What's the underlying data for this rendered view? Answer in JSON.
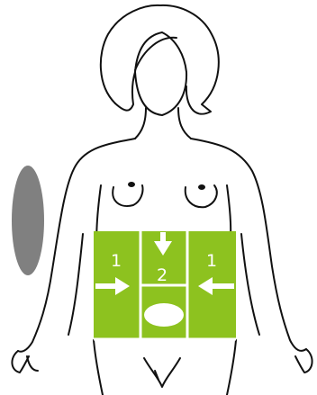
{
  "colors": {
    "background": "#ffffff",
    "outline": "#111111",
    "zone_fill": "#8dc21f",
    "zone_border": "#ffffff",
    "marker": "#808080",
    "arrow": "#ffffff"
  },
  "zones": {
    "left_label": "1",
    "center_label": "2",
    "right_label": "1"
  },
  "icons": {
    "left_arrow": "arrow-right-icon",
    "right_arrow": "arrow-left-icon",
    "center_arrow": "arrow-down-icon",
    "center_oval": "oval-icon",
    "side_marker": "gray-oval-marker"
  }
}
